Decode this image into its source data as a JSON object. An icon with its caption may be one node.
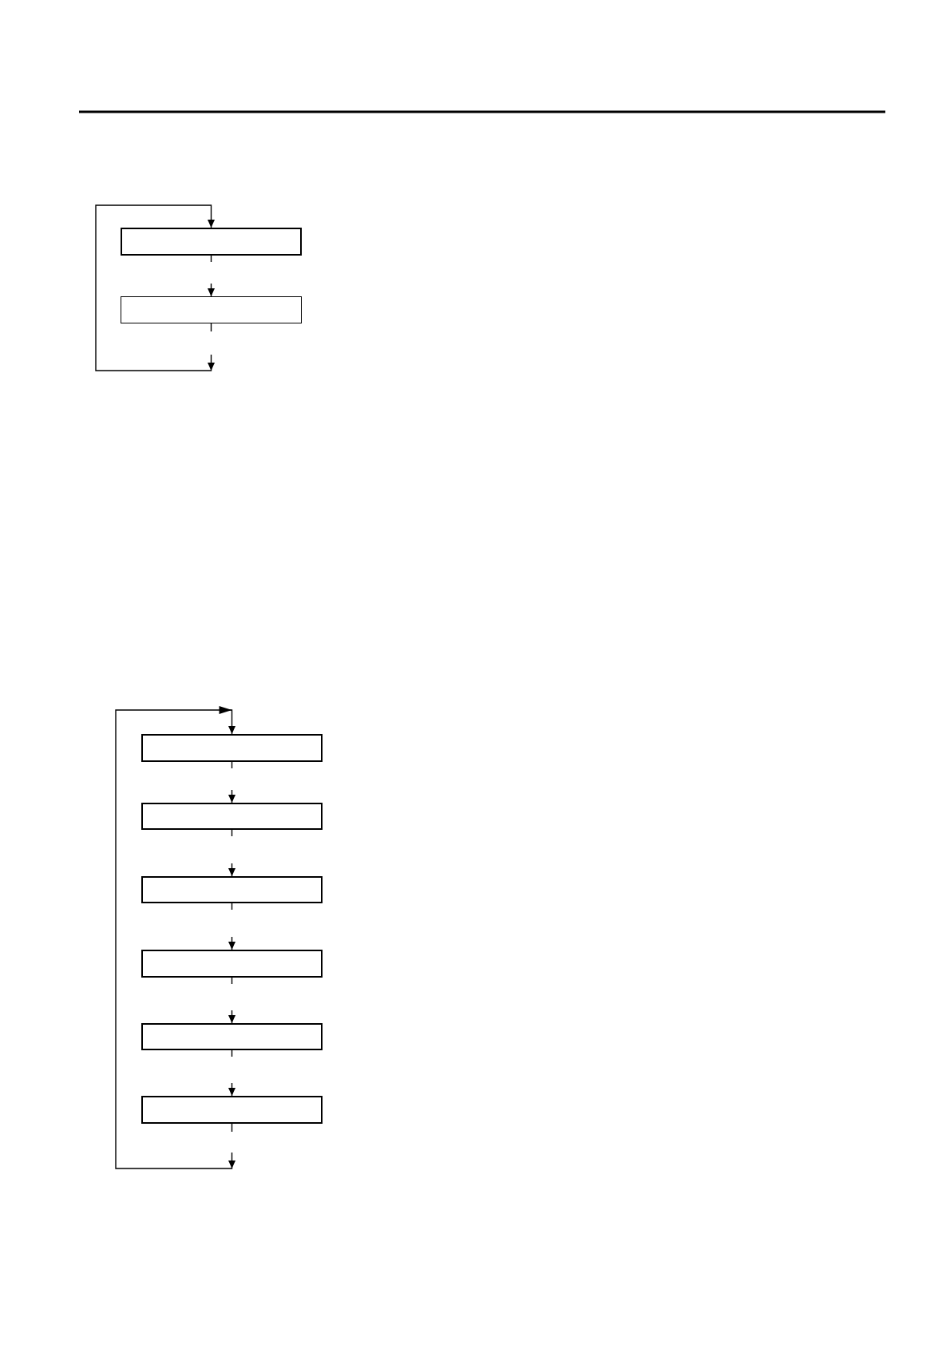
{
  "diagram": {
    "nodes": [
      {
        "text": [],
        "shape": "box"
      },
      {
        "text": [],
        "shape": "box"
      },
      {
        "text": [],
        "shape": "box"
      },
      {
        "text": [],
        "shape": "box"
      },
      {
        "text": [],
        "shape": "box"
      },
      {
        "text": [],
        "shape": "box"
      },
      {
        "text": [],
        "shape": "box"
      },
      {
        "text": [],
        "shape": "box"
      }
    ],
    "edges": [
      {
        "from": 0,
        "to": 1,
        "arrow": "to"
      },
      {
        "from": 1,
        "to": 0,
        "arrow": "to"
      },
      {
        "from": 2,
        "to": 3,
        "arrow": "to"
      },
      {
        "from": 3,
        "to": 4,
        "arrow": "to"
      },
      {
        "from": 4,
        "to": 5,
        "arrow": "to"
      },
      {
        "from": 5,
        "to": 6,
        "arrow": "to"
      },
      {
        "from": 6,
        "to": 7,
        "arrow": "to"
      },
      {
        "from": 7,
        "to": 2,
        "arrow": "to"
      }
    ]
  }
}
